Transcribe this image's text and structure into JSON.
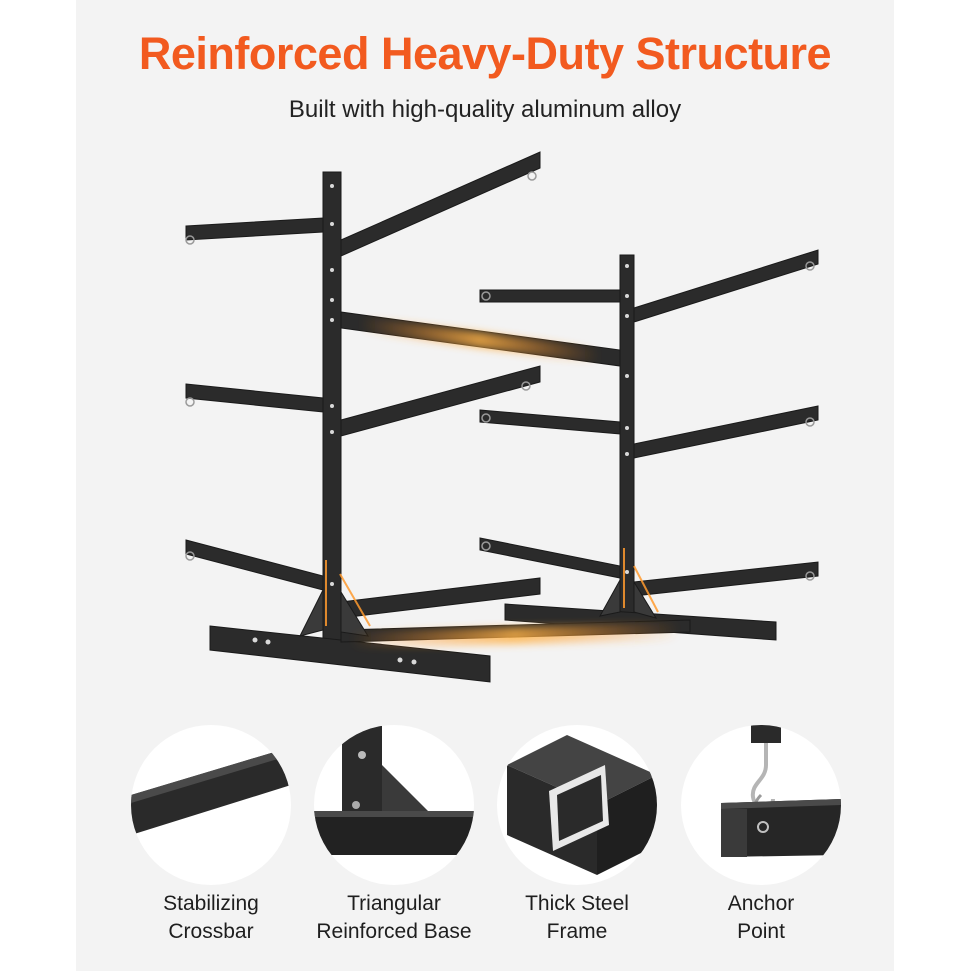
{
  "header": {
    "title": "Reinforced Heavy-Duty Structure",
    "subtitle": "Built with high-quality aluminum alloy"
  },
  "colors": {
    "accent": "#f25a1f",
    "frame": "#2d2d2d",
    "highlight": "#ff9a2e",
    "background": "#f3f3f3"
  },
  "features": [
    {
      "line1": "Stabilizing",
      "line2": "Crossbar",
      "icon": "crossbar-icon"
    },
    {
      "line1": "Triangular",
      "line2": "Reinforced Base",
      "icon": "triangle-base-icon"
    },
    {
      "line1": "Thick Steel",
      "line2": "Frame",
      "icon": "steel-tube-icon"
    },
    {
      "line1": "Anchor",
      "line2": "Point",
      "icon": "anchor-hook-icon"
    }
  ]
}
